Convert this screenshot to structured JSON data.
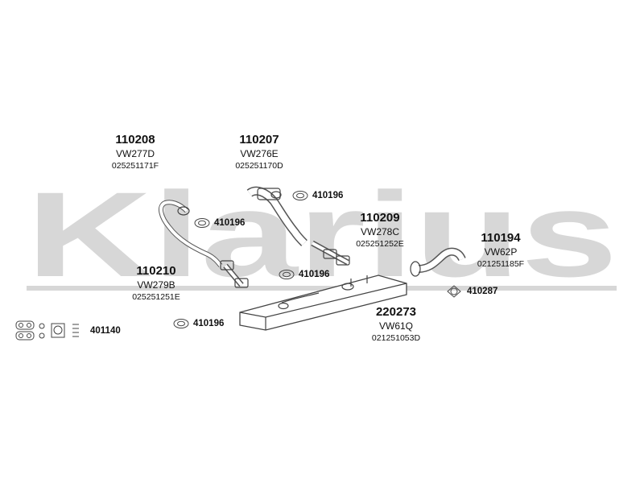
{
  "brand": {
    "watermark_text": "Klarius",
    "watermark_color": "#d7d7d7"
  },
  "parts": [
    {
      "number": "110208",
      "code": "VW277D",
      "oem": "025251171F"
    },
    {
      "number": "110207",
      "code": "VW276E",
      "oem": "025251170D"
    },
    {
      "number": "110209",
      "code": "VW278C",
      "oem": "025251252E"
    },
    {
      "number": "110194",
      "code": "VW62P",
      "oem": "021251185F"
    },
    {
      "number": "110210",
      "code": "VW279B",
      "oem": "025251251E"
    },
    {
      "number": "220273",
      "code": "VW61Q",
      "oem": "021251053D"
    }
  ],
  "callouts": [
    {
      "label": "410196",
      "icon": "gasket-icon"
    },
    {
      "label": "410196",
      "icon": "gasket-icon"
    },
    {
      "label": "410196",
      "icon": "gasket-icon"
    },
    {
      "label": "410196",
      "icon": "gasket-icon"
    },
    {
      "label": "410287",
      "icon": "flange-gasket-icon"
    },
    {
      "label": "401140",
      "icon": "mounting-kit-icon"
    }
  ]
}
